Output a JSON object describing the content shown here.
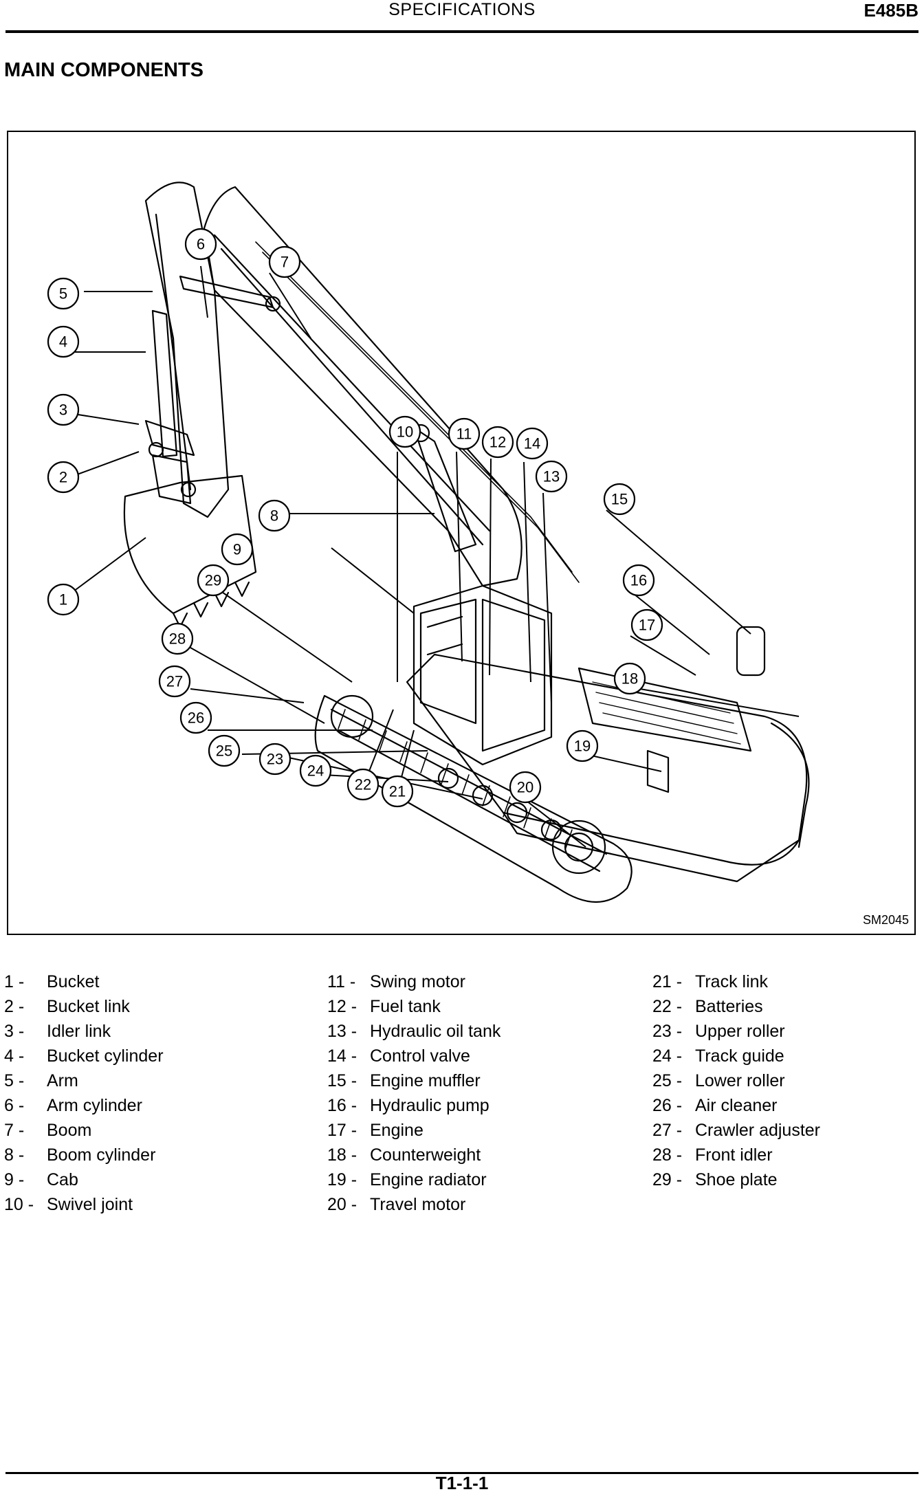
{
  "header": {
    "title": "SPECIFICATIONS",
    "model": "E485B"
  },
  "section_title": "MAIN COMPONENTS",
  "figure": {
    "code": "SM2045",
    "callouts": [
      "1",
      "2",
      "3",
      "4",
      "5",
      "6",
      "7",
      "8",
      "9",
      "10",
      "11",
      "12",
      "13",
      "14",
      "15",
      "16",
      "17",
      "18",
      "19",
      "20",
      "21",
      "22",
      "23",
      "24",
      "25",
      "26",
      "27",
      "28",
      "29"
    ]
  },
  "legend": [
    {
      "num": "1 -",
      "label": "Bucket"
    },
    {
      "num": "2 -",
      "label": "Bucket link"
    },
    {
      "num": "3 -",
      "label": "Idler link"
    },
    {
      "num": "4 -",
      "label": "Bucket cylinder"
    },
    {
      "num": "5 -",
      "label": "Arm"
    },
    {
      "num": "6 -",
      "label": "Arm cylinder"
    },
    {
      "num": "7 -",
      "label": "Boom"
    },
    {
      "num": "8 -",
      "label": "Boom cylinder"
    },
    {
      "num": "9 -",
      "label": "Cab"
    },
    {
      "num": "10 -",
      "label": "Swivel joint"
    },
    {
      "num": "11 -",
      "label": "Swing motor"
    },
    {
      "num": "12 -",
      "label": "Fuel tank"
    },
    {
      "num": "13 -",
      "label": "Hydraulic oil tank"
    },
    {
      "num": "14 -",
      "label": "Control valve"
    },
    {
      "num": "15 -",
      "label": "Engine muffler"
    },
    {
      "num": "16 -",
      "label": "Hydraulic pump"
    },
    {
      "num": "17 -",
      "label": "Engine"
    },
    {
      "num": "18 -",
      "label": "Counterweight"
    },
    {
      "num": "19 -",
      "label": "Engine radiator"
    },
    {
      "num": "20 -",
      "label": "Travel motor"
    },
    {
      "num": "21 -",
      "label": "Track link"
    },
    {
      "num": "22 -",
      "label": "Batteries"
    },
    {
      "num": "23 -",
      "label": "Upper roller"
    },
    {
      "num": "24 -",
      "label": "Track guide"
    },
    {
      "num": "25 -",
      "label": "Lower roller"
    },
    {
      "num": "26 -",
      "label": "Air cleaner"
    },
    {
      "num": "27 -",
      "label": "Crawler adjuster"
    },
    {
      "num": "28 -",
      "label": "Front idler"
    },
    {
      "num": "29 -",
      "label": "Shoe plate"
    }
  ],
  "footer": {
    "page": "T1-1-1"
  }
}
